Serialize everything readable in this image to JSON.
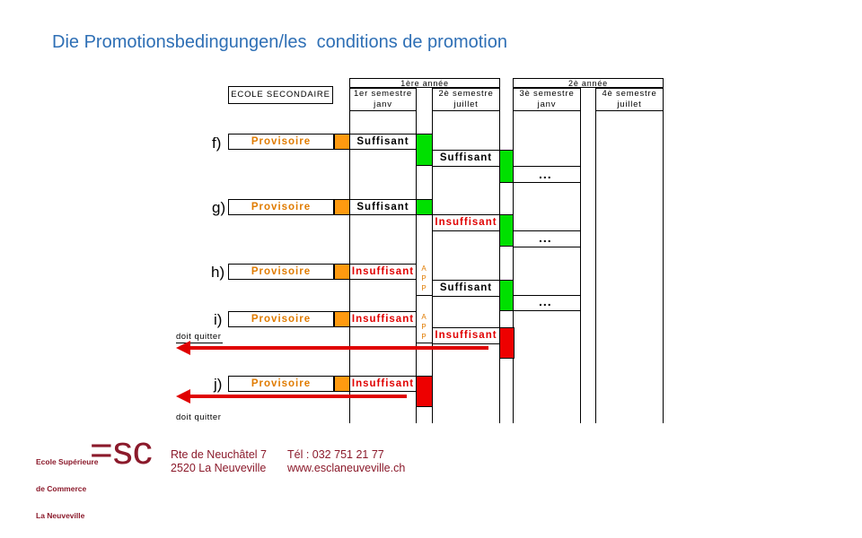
{
  "title": "Die Promotionsbedingungen/les  conditions de promotion",
  "header": {
    "ecole": "ECOLE SECONDAIRE",
    "year1": "1ère année",
    "year2": "2è année",
    "sem1": [
      "1er semestre",
      "janv"
    ],
    "sem2": [
      "2è semestre",
      "juillet"
    ],
    "sem3": [
      "3è semestre",
      "janv"
    ],
    "sem4": [
      "4è semestre",
      "juillet"
    ]
  },
  "rows": {
    "f": {
      "label": "f)",
      "start": "Provisoire",
      "s1": "Suffisant",
      "s2": "Suffisant",
      "s3": "..."
    },
    "g": {
      "label": "g)",
      "start": "Provisoire",
      "s1": "Suffisant",
      "s2": "Insuffisant",
      "s3": "..."
    },
    "h": {
      "label": "h)",
      "start": "Provisoire",
      "s1": "Insuffisant",
      "app": [
        "A",
        "P",
        "P"
      ],
      "s2": "Suffisant",
      "s3": "..."
    },
    "i": {
      "label": "i)",
      "start": "Provisoire",
      "s1": "Insuffisant",
      "app": [
        "A",
        "P",
        "P"
      ],
      "s2": "Insuffisant",
      "quit": "doit quitter"
    },
    "j": {
      "label": "j)",
      "start": "Provisoire",
      "s1": "Insuffisant",
      "quit": "doit quitter"
    }
  },
  "footer": {
    "logo_text": [
      "Ecole Supérieure",
      "de Commerce",
      "La Neuveville"
    ],
    "logo_mark": "=sc",
    "address1": "Rte de Neuchâtel 7",
    "address2": "2520 La Neuveville",
    "tel": "Tél : 032 751 21 77",
    "web": "www.esclaneuveville.ch"
  },
  "colors": {
    "green": "#00e000",
    "red": "#ee0000",
    "orange": "#ff9a10",
    "title": "#2e6fb5"
  }
}
